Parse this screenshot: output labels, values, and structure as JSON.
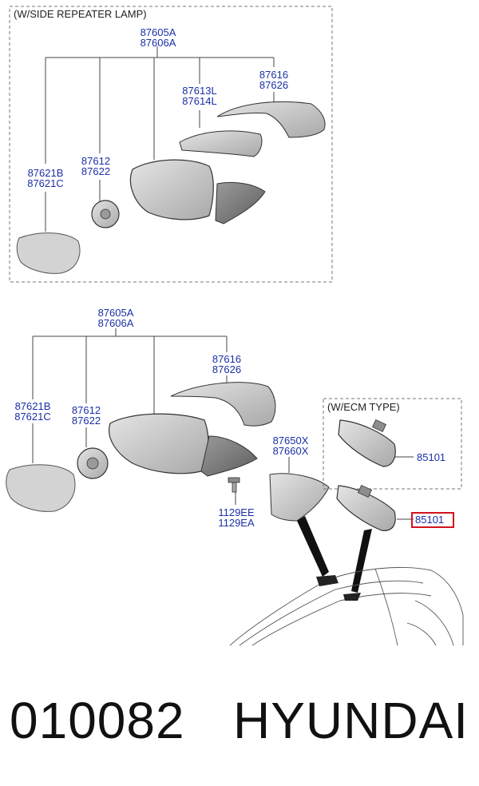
{
  "groups": {
    "side_repeater": "(W/SIDE REPEATER LAMP)",
    "ecm": "(W/ECM TYPE)"
  },
  "upper": {
    "assembly": [
      "87605A",
      "87606A"
    ],
    "cover": [
      "87616",
      "87626"
    ],
    "lamp": [
      "87613L",
      "87614L"
    ],
    "actuator": [
      "87612",
      "87622"
    ],
    "glass": [
      "87621B",
      "87621C"
    ]
  },
  "lower": {
    "assembly": [
      "87605A",
      "87606A"
    ],
    "cover": [
      "87616",
      "87626"
    ],
    "glass": [
      "87621B",
      "87621C"
    ],
    "actuator": [
      "87612",
      "87622"
    ],
    "inner_cover": [
      "87650X",
      "87660X"
    ],
    "screw": [
      "1129EE",
      "1129EA"
    ],
    "ecm_mirror": "85101",
    "inside_mirror": "85101"
  },
  "highlight_color": "#d0141e",
  "label_color": "#1b2fa6",
  "footer": {
    "code": "010082",
    "brand": "HYUNDAI"
  }
}
